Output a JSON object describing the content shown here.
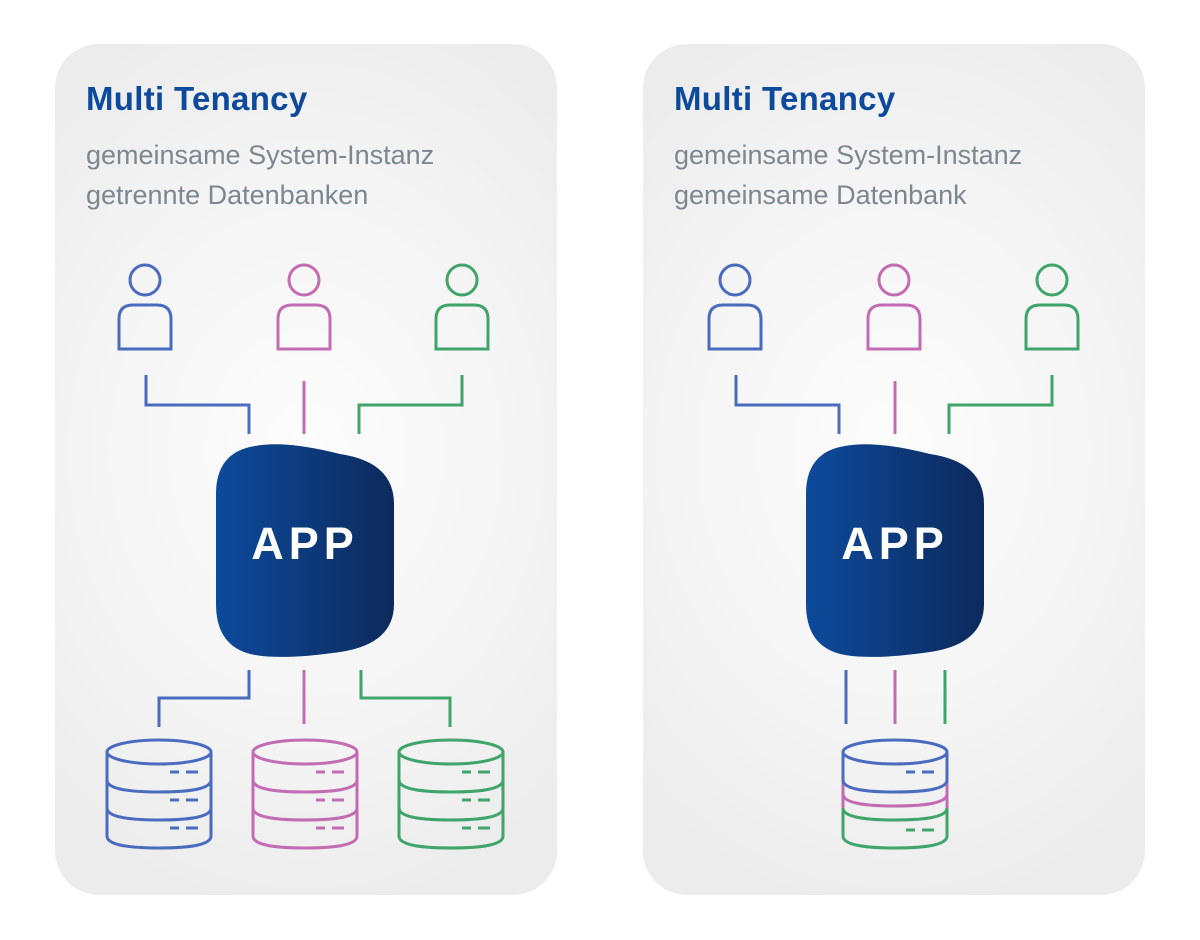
{
  "colors": {
    "tenant_blue": "#4a6cbf",
    "tenant_pink": "#c46cb3",
    "tenant_green": "#3fa56a",
    "title": "#0d4a9c",
    "subtitle": "#7d8791",
    "app_dark": "#0d2a5c",
    "app_light": "#0d4a9c"
  },
  "panels": [
    {
      "title": "Multi Tenancy",
      "subtitle_1": "gemeinsame System-Instanz",
      "subtitle_2": "getrennte Datenbanken",
      "app_label": "APP",
      "tenants": [
        "user-icon-blue",
        "user-icon-pink",
        "user-icon-green"
      ],
      "databases": [
        "database-icon-blue",
        "database-icon-pink",
        "database-icon-green"
      ]
    },
    {
      "title": "Multi Tenancy",
      "subtitle_1": "gemeinsame System-Instanz",
      "subtitle_2": "gemeinsame Datenbank",
      "app_label": "APP",
      "tenants": [
        "user-icon-blue",
        "user-icon-pink",
        "user-icon-green"
      ],
      "databases": [
        "shared-database-icon"
      ]
    }
  ]
}
